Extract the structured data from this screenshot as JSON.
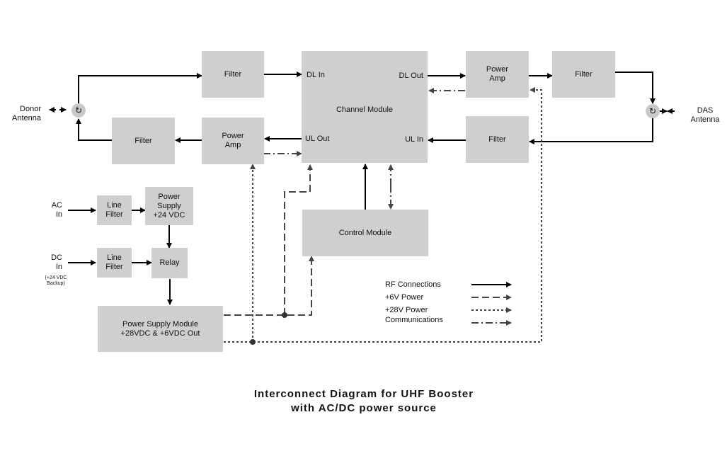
{
  "title": {
    "line1": "Interconnect Diagram for UHF Booster",
    "line2": "with AC/DC power source"
  },
  "labels": {
    "donor": "Donor\nAntenna",
    "das": "DAS\nAntenna",
    "ac_in": "AC\nIn",
    "dc_in": "DC\nIn",
    "dc_backup": "(+24 VDC\nBackup)"
  },
  "circulator_icons": {
    "left": "↻",
    "right": "↻"
  },
  "blocks": {
    "dl_filter": "Filter",
    "channel_module": "Channel Module",
    "dl_in": "DL In",
    "dl_out": "DL Out",
    "ul_out": "UL Out",
    "ul_in": "UL In",
    "dl_power_amp": "Power\nAmp",
    "das_filter_top": "Filter",
    "ul_filter_left": "Filter",
    "ul_power_amp": "Power\nAmp",
    "ul_filter_right": "Filter",
    "ac_line_filter": "Line\nFilter",
    "power_supply": "Power\nSupply\n+24 VDC",
    "dc_line_filter": "Line\nFilter",
    "relay": "Relay",
    "control_module": "Control Module",
    "power_supply_module": "Power Supply Module\n+28VDC & +6VDC Out"
  },
  "legend": {
    "rf": "RF Connections",
    "p6": "+6V Power",
    "p28": "+28V Power",
    "comm": "Communications"
  },
  "colors": {
    "block_fill": "#cfcfcf",
    "rf_line": "#000000",
    "power_line": "#444444"
  }
}
